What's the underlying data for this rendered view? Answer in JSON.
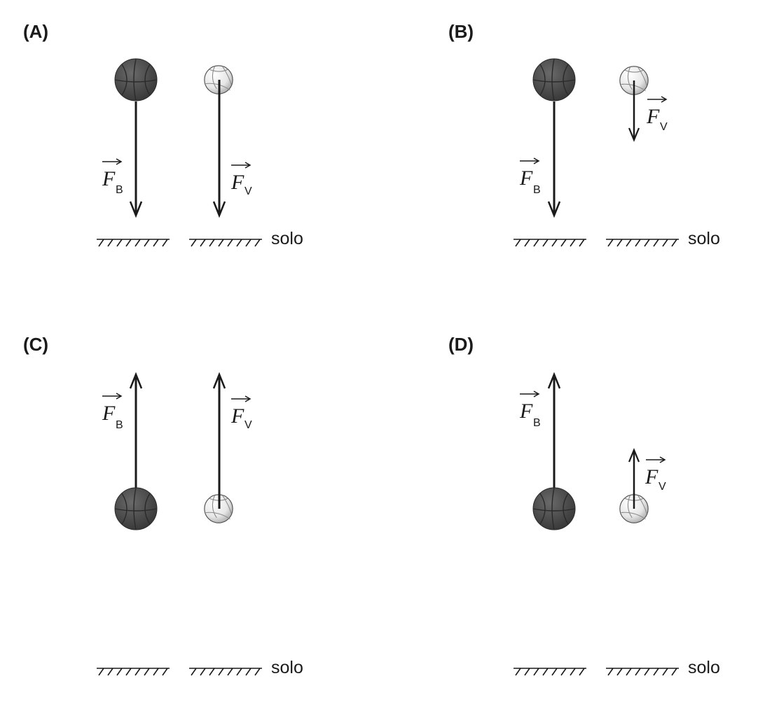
{
  "panels": [
    {
      "label": "(A)",
      "ground_label": "solo"
    },
    {
      "label": "(B)",
      "ground_label": "solo"
    },
    {
      "label": "(C)",
      "ground_label": "solo"
    },
    {
      "label": "(D)",
      "ground_label": "solo"
    }
  ],
  "forces": {
    "basketball": {
      "symbol": "F",
      "subscript": "B"
    },
    "volleyball": {
      "symbol": "F",
      "subscript": "V"
    }
  },
  "colors": {
    "ink": "#1a1a1a",
    "basketball": "#4a4a4a",
    "basketball_seams": "#2a2a2a",
    "volleyball": "#e8e8e8",
    "volleyball_seams": "#9a9a9a"
  }
}
